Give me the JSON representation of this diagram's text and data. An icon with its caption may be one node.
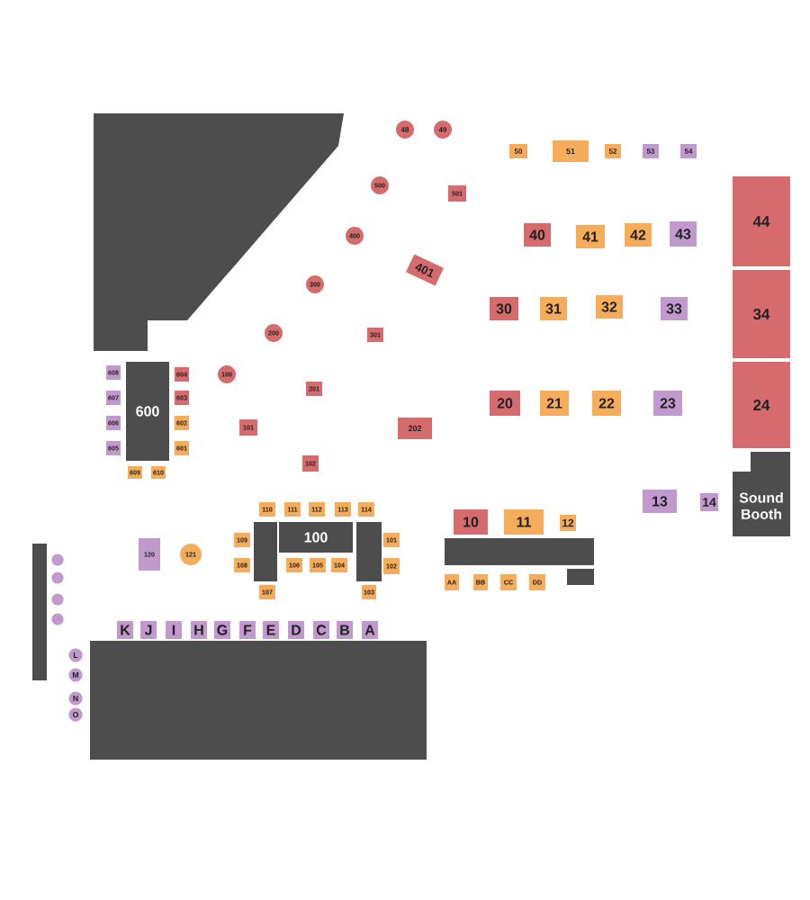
{
  "diagram": {
    "nodes": [
      {
        "text": [],
        "shape": "box"
      },
      {
        "text": [
          "48"
        ]
      },
      {
        "text": [
          "49"
        ]
      },
      {
        "text": [
          "50"
        ]
      },
      {
        "text": [
          "51"
        ]
      },
      {
        "text": [
          "52"
        ]
      },
      {
        "text": [
          "53"
        ]
      },
      {
        "text": [
          "54"
        ]
      },
      {
        "text": [
          "44"
        ]
      },
      {
        "text": [
          "500"
        ]
      },
      {
        "text": [
          "501"
        ]
      },
      {
        "text": [
          "40"
        ]
      },
      {
        "text": [
          "41"
        ]
      },
      {
        "text": [
          "42"
        ]
      },
      {
        "text": [
          "43"
        ]
      },
      {
        "text": [
          "400"
        ]
      },
      {
        "text": [
          "401"
        ]
      },
      {
        "text": [
          "300"
        ]
      },
      {
        "text": [
          "30"
        ]
      },
      {
        "text": [
          "31"
        ]
      },
      {
        "text": [
          "32"
        ]
      },
      {
        "text": [
          "33"
        ]
      },
      {
        "text": [
          "34"
        ]
      },
      {
        "text": [
          "200"
        ]
      },
      {
        "text": [
          "301"
        ]
      },
      {
        "text": [
          "24"
        ]
      },
      {
        "text": [
          "608"
        ]
      },
      {
        "text": [
          "604"
        ]
      },
      {
        "text": [
          "600"
        ]
      },
      {
        "text": [
          "100"
        ]
      },
      {
        "text": [
          "201"
        ]
      },
      {
        "text": [
          "20"
        ]
      },
      {
        "text": [
          "21"
        ]
      },
      {
        "text": [
          "22"
        ]
      },
      {
        "text": [
          "23"
        ]
      },
      {
        "text": [
          "607"
        ]
      },
      {
        "text": [
          "603"
        ]
      },
      {
        "text": [
          "606"
        ]
      },
      {
        "text": [
          "602"
        ]
      },
      {
        "text": [
          "101"
        ]
      },
      {
        "text": [
          "202"
        ]
      },
      {
        "text": [
          "605"
        ]
      },
      {
        "text": [
          "601"
        ]
      },
      {
        "text": [
          "102"
        ]
      },
      {
        "text": [
          "609"
        ]
      },
      {
        "text": [
          "610"
        ]
      },
      {
        "text": [
          "Sound Booth"
        ]
      },
      {
        "text": [
          "13"
        ]
      },
      {
        "text": [
          "14"
        ]
      },
      {
        "text": [
          "110"
        ]
      },
      {
        "text": [
          "111"
        ]
      },
      {
        "text": [
          "112"
        ]
      },
      {
        "text": [
          "113"
        ]
      },
      {
        "text": [
          "114"
        ]
      },
      {
        "text": [
          "10"
        ]
      },
      {
        "text": [
          "11"
        ]
      },
      {
        "text": [
          "12"
        ]
      },
      {
        "text": [],
        "shape": "box"
      },
      {
        "text": [
          "100"
        ]
      },
      {
        "text": [],
        "shape": "box"
      },
      {
        "text": [],
        "shape": "box"
      },
      {
        "text": [
          "109"
        ]
      },
      {
        "text": [
          "101"
        ]
      },
      {
        "text": [],
        "shape": "box"
      },
      {
        "text": [
          "120"
        ]
      },
      {
        "text": [
          "121"
        ]
      },
      {
        "text": [],
        "shape": "circle"
      },
      {
        "text": [
          "108"
        ]
      },
      {
        "text": [
          "106"
        ]
      },
      {
        "text": [
          "105"
        ]
      },
      {
        "text": [
          "104"
        ]
      },
      {
        "text": [
          "102"
        ]
      },
      {
        "text": [],
        "shape": "box"
      },
      {
        "text": [],
        "shape": "circle"
      },
      {
        "text": [
          "AA"
        ]
      },
      {
        "text": [
          "BB"
        ]
      },
      {
        "text": [
          "CC"
        ]
      },
      {
        "text": [
          "DD"
        ]
      },
      {
        "text": [
          "107"
        ]
      },
      {
        "text": [
          "103"
        ]
      },
      {
        "text": [],
        "shape": "circle"
      },
      {
        "text": [],
        "shape": "circle"
      },
      {
        "text": [
          "K"
        ]
      },
      {
        "text": [
          "J"
        ]
      },
      {
        "text": [
          "I"
        ]
      },
      {
        "text": [
          "H"
        ]
      },
      {
        "text": [
          "G"
        ]
      },
      {
        "text": [
          "F"
        ]
      },
      {
        "text": [
          "E"
        ]
      },
      {
        "text": [
          "D"
        ]
      },
      {
        "text": [
          "C"
        ]
      },
      {
        "text": [
          "B"
        ]
      },
      {
        "text": [
          "A"
        ]
      },
      {
        "text": [],
        "shape": "box"
      },
      {
        "text": [
          "L"
        ]
      },
      {
        "text": [
          "M"
        ]
      },
      {
        "text": [
          "N"
        ]
      },
      {
        "text": [
          "O"
        ]
      }
    ]
  }
}
